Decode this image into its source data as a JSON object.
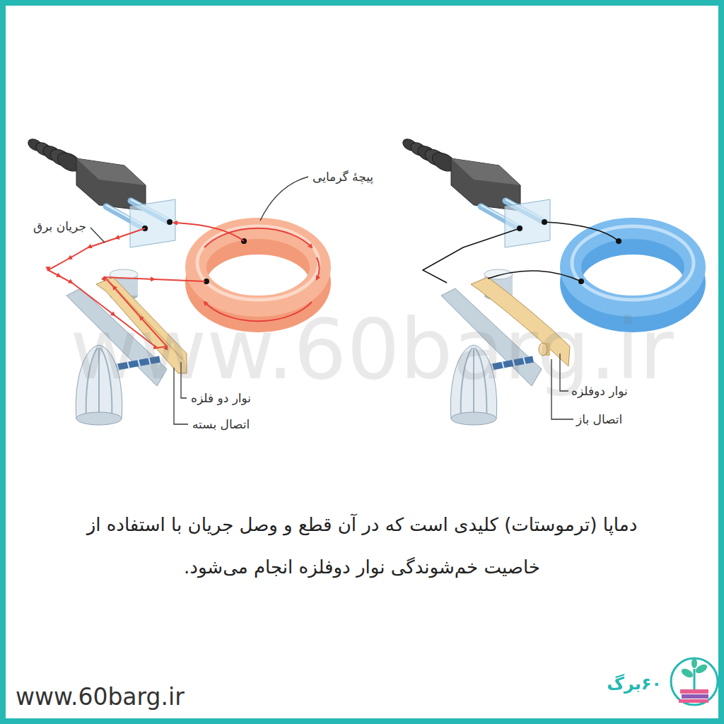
{
  "diagram": {
    "caption": "دماپا (ترموستات) کلیدی است که در آن قطع و وصل جریان با استفاده از خاصیت خم‌شوندگی نوار دوفلزه انجام می‌شود.",
    "labels": [
      "جریان برق",
      "پیچهٔ گرمایی",
      "نوار دو فلزه",
      "اتصال بسته",
      "نوار دوفلزه",
      "اتصال باز",
      "www.60barg.ir",
      "www.60barg.ir",
      "۶۰برگ"
    ]
  }
}
